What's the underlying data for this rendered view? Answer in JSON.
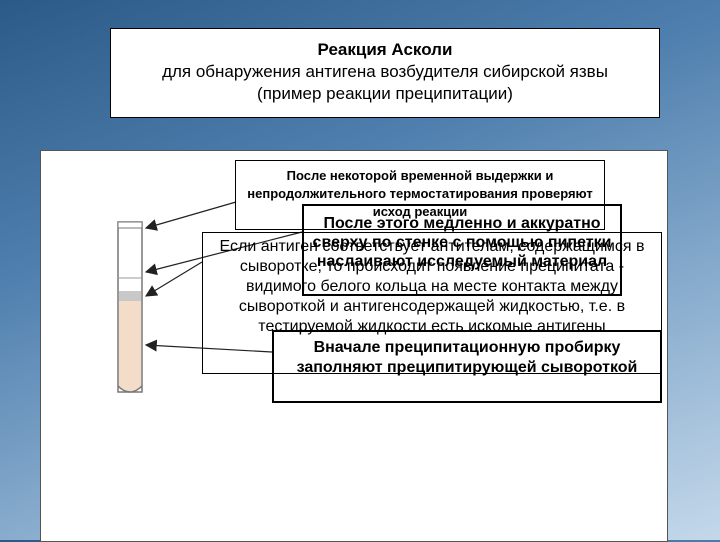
{
  "title": {
    "line1": "Реакция Асколи",
    "line2": "для обнаружения антигена возбудителя сибирской язвы",
    "line3": "(пример реакции преципитации)"
  },
  "note": "После некоторой временной выдержки и непродолжительного термостатирования проверяют исход реакции",
  "step2": "После этого медленно и аккуратно сверху по стенке с помощью пипетки наслаивают исследуемый материал",
  "result": "Если антиген соответствует антителам, содержащимся в сыворотке, то происходит появление преципитата - видимого белого кольца на месте контакта между сывороткой и антигенсодержащей жидкостью, т.е. в тестируемой жидкости есть искомые антигены",
  "step1": "Вначале преципитационную пробирку заполняют преципитирующей сывороткой",
  "colors": {
    "serum": "#f3ddc8",
    "ring": "#c8c8c8",
    "tube_outline": "#777777"
  }
}
